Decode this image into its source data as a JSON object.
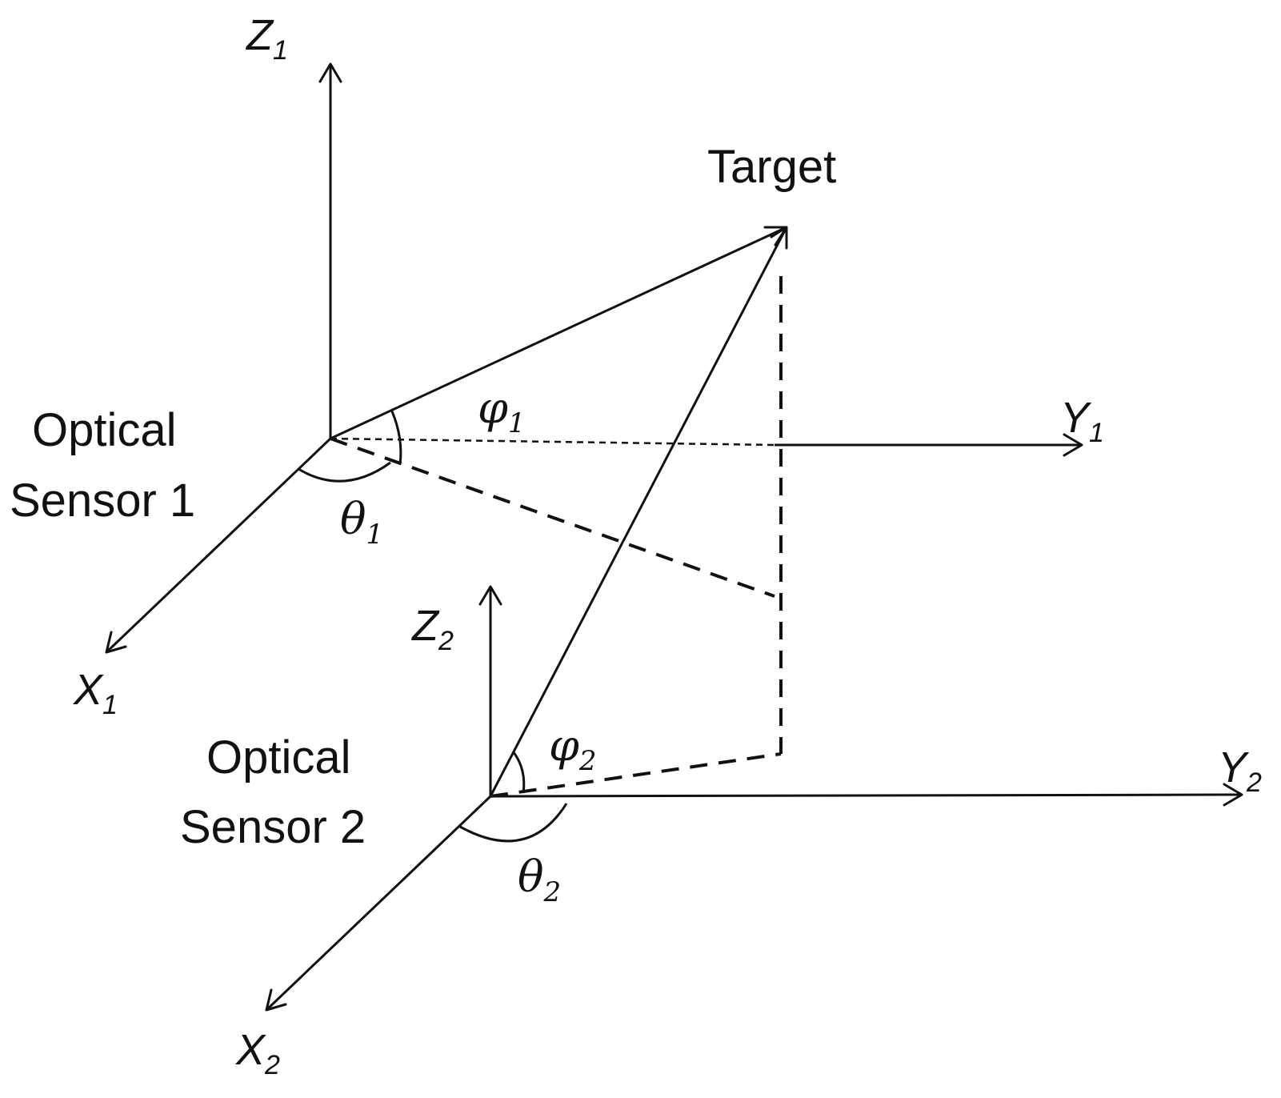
{
  "labels": {
    "target": "Target",
    "sensor1_line1": "Optical",
    "sensor1_line2": "Sensor 1",
    "sensor2_line1": "Optical",
    "sensor2_line2": "Sensor 2",
    "z1": "Z",
    "z1_sub": "1",
    "y1": "Y",
    "y1_sub": "1",
    "x1": "X",
    "x1_sub": "1",
    "z2": "Z",
    "z2_sub": "2",
    "y2": "Y",
    "y2_sub": "2",
    "x2": "X",
    "x2_sub": "2",
    "phi1": "φ",
    "phi1_sub": "1",
    "theta1": "θ",
    "theta1_sub": "1",
    "phi2": "φ",
    "phi2_sub": "2",
    "theta2": "θ",
    "theta2_sub": "2"
  }
}
